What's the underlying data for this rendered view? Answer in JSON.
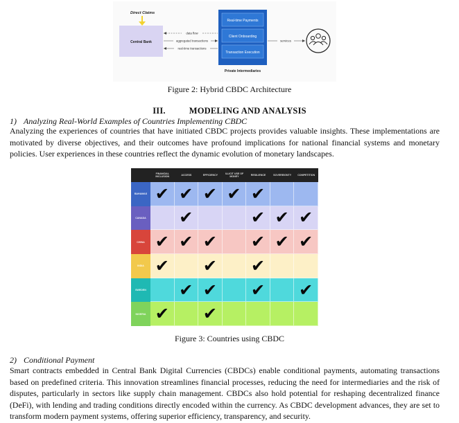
{
  "figure2": {
    "direct_claims": "Direct Claims",
    "central_bank": "Central Bank",
    "flows": [
      "data flow",
      "aggregated transactions",
      "real-time transactions"
    ],
    "intermediary_boxes": [
      "Real-time Payments",
      "Client Onboarding",
      "Transaction Execution"
    ],
    "intermediaries_label": "Private Intermediaries",
    "services_label": "services",
    "caption": "Figure 2: Hybrid CBDC Architecture",
    "colors": {
      "central_bank_box": "#d9d4f2",
      "intermediary_panel": "#1e5fbf",
      "intermediary_item": "#2f78d6",
      "arrow": "#f2d230"
    }
  },
  "section": {
    "number": "III.",
    "title": "MODELING AND ANALYSIS"
  },
  "subsection1": {
    "number": "1)",
    "title": "Analyzing Real-World Examples of Countries Implementing CBDC",
    "body": "Analyzing the experiences of countries that have initiated CBDC projects provides valuable insights. These implementations are motivated by diverse objectives, and their outcomes have profound implications for national financial systems and monetary policies. User experiences in these countries reflect the dynamic evolution of monetary landscapes."
  },
  "figure3": {
    "columns": [
      "FINANCIAL INCLUSION",
      "ACCESS",
      "EFFICIENCY",
      "ILLICIT USE OF MONEY",
      "RESILIENCE",
      "SOVEREIGNTY",
      "COMPETITION"
    ],
    "rows": [
      {
        "label": "BAHAMAS",
        "label_color": "#3b66c4",
        "cell_color": "#9db8f0",
        "checks": [
          true,
          true,
          true,
          true,
          true,
          false,
          false
        ]
      },
      {
        "label": "CANADA",
        "label_color": "#6a5fc0",
        "cell_color": "#d8d5f5",
        "checks": [
          false,
          true,
          false,
          false,
          true,
          true,
          true
        ]
      },
      {
        "label": "CHINA",
        "label_color": "#d8453b",
        "cell_color": "#f7c7c3",
        "checks": [
          true,
          true,
          true,
          false,
          true,
          true,
          true
        ]
      },
      {
        "label": "INDIA",
        "label_color": "#f2c94c",
        "cell_color": "#fdf0c7",
        "checks": [
          true,
          false,
          true,
          false,
          true,
          false,
          false
        ]
      },
      {
        "label": "SWEDEN",
        "label_color": "#1fb9b3",
        "cell_color": "#4fd9dc",
        "checks": [
          false,
          true,
          true,
          false,
          true,
          false,
          true
        ]
      },
      {
        "label": "NIGERIA",
        "label_color": "#7fd35b",
        "cell_color": "#b6f063",
        "checks": [
          true,
          false,
          true,
          false,
          false,
          false,
          false
        ]
      }
    ],
    "check_symbol": "✔",
    "caption": "Figure 3: Countries using CBDC"
  },
  "subsection2": {
    "number": "2)",
    "title": "Conditional Payment",
    "body": "Smart contracts embedded in Central Bank Digital Currencies (CBDCs) enable conditional payments, automating transactions based on predefined criteria. This innovation streamlines financial processes, reducing the need for intermediaries and the risk of disputes, particularly in sectors like supply chain management. CBDCs also hold potential for reshaping decentralized finance (DeFi), with lending and trading conditions directly encoded within the currency. As CBDC development advances, they are set to transform modern payment systems, offering superior efficiency, transparency, and security."
  }
}
